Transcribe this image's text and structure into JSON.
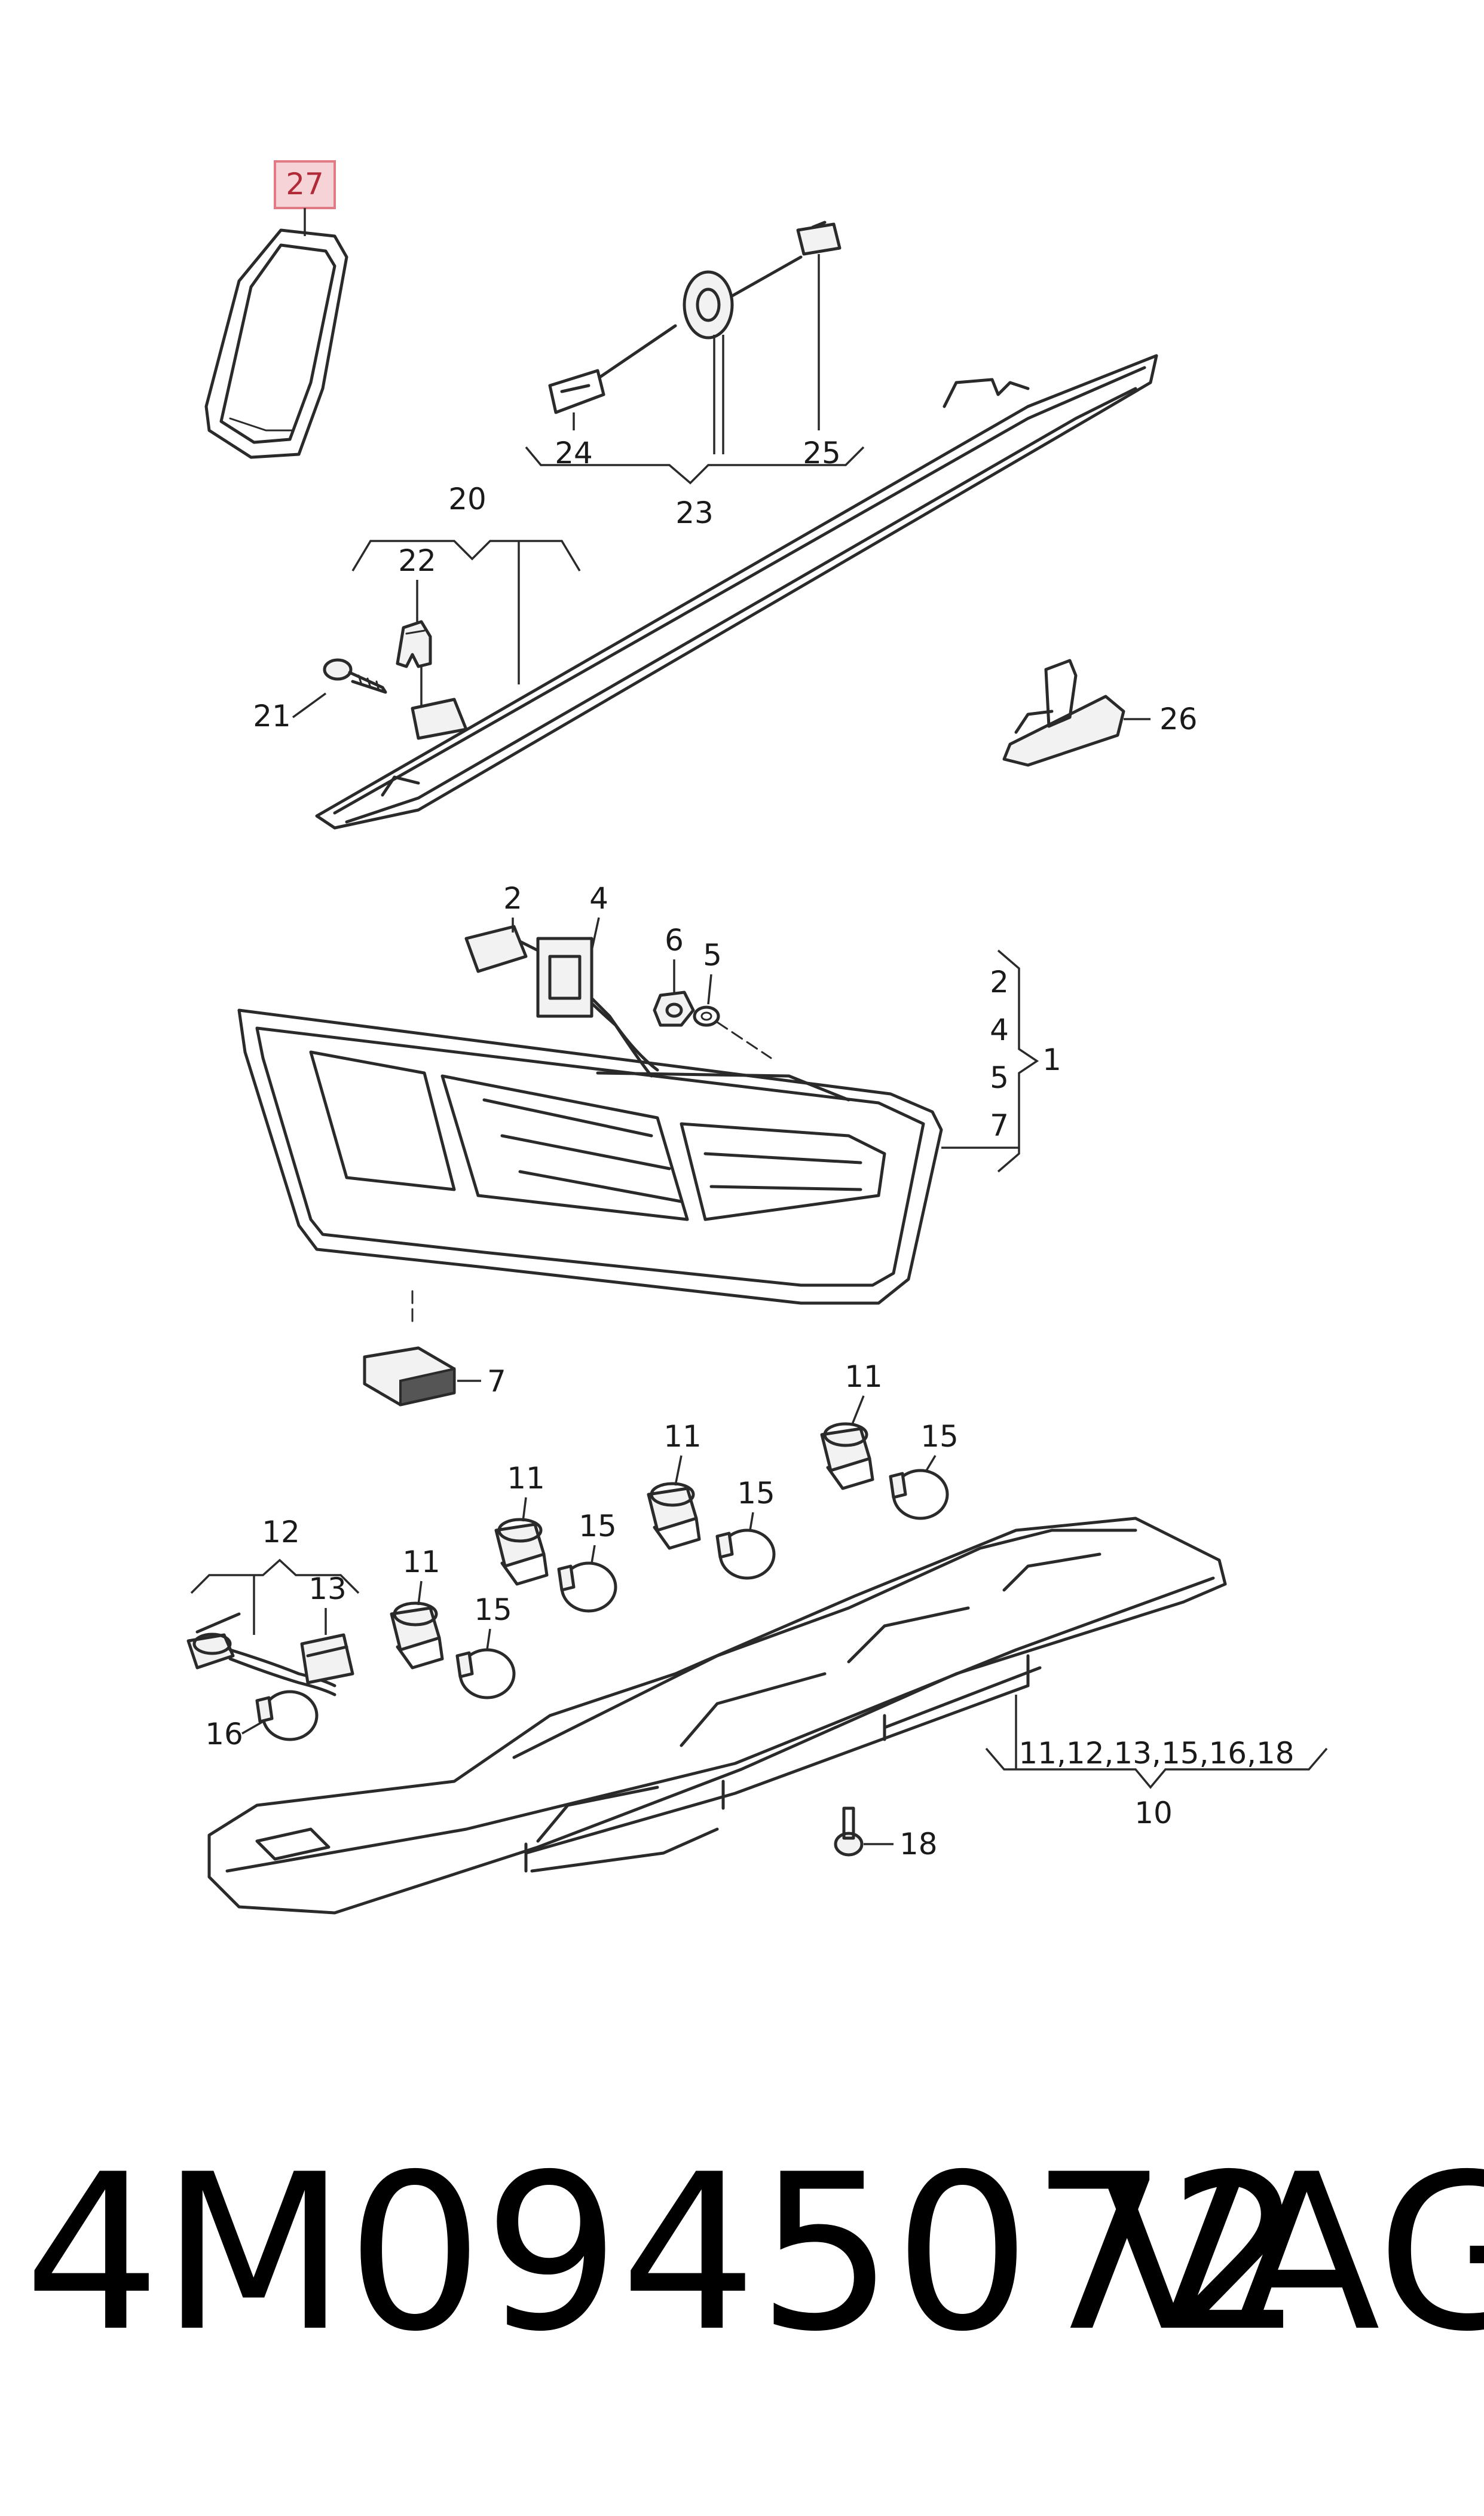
{
  "labels": {
    "p27": "27",
    "p24": "24",
    "p25": "25",
    "p23": "23",
    "p20": "20",
    "p22": "22",
    "p21": "21",
    "p26": "26",
    "p2": "2",
    "p4": "4",
    "p6": "6",
    "p5": "5",
    "g2": "2",
    "g4": "4",
    "g5": "5",
    "g7": "7",
    "p1": "1",
    "p7": "7",
    "p11a": "11",
    "p11b": "11",
    "p11c": "11",
    "p11d": "11",
    "p15a": "15",
    "p15b": "15",
    "p15c": "15",
    "p15d": "15",
    "p12": "12",
    "p13": "13",
    "p16": "16",
    "group10": "11,12,13,15,16,18",
    "p10": "10",
    "p18": "18"
  },
  "footer": {
    "part_number": "4M0945072",
    "brand": "VAG"
  }
}
